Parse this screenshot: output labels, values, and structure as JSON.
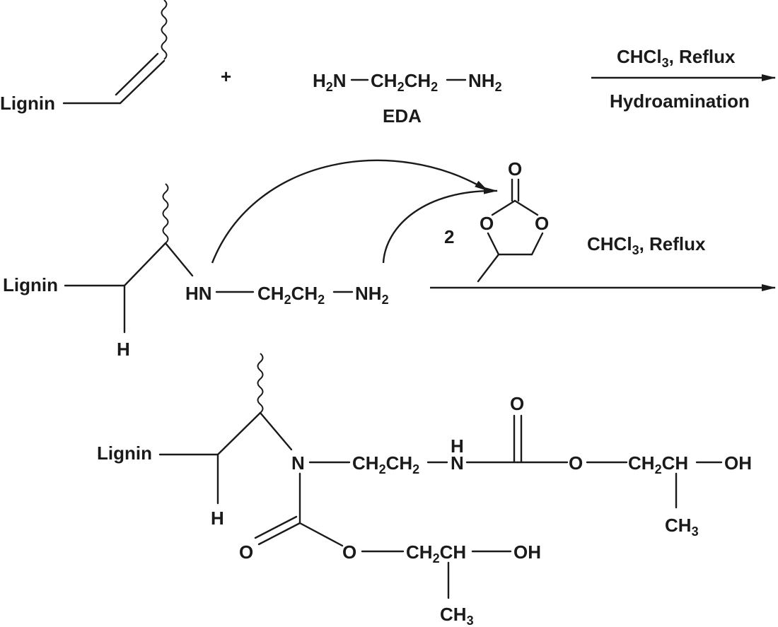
{
  "step1": {
    "lignin": "Lignin",
    "plus": "+",
    "eda_h2n": "H",
    "eda_h2n_sub": "2",
    "eda_n1": "N",
    "eda_ch2ch2_a": "CH",
    "eda_sub_a": "2",
    "eda_ch2ch2_b": "CH",
    "eda_sub_b": "2",
    "eda_nh2": "NH",
    "eda_nh2_sub": "2",
    "eda_label": "EDA",
    "cond_top_a": "CHCl",
    "cond_top_sub": "3",
    "cond_top_b": ", Reflux",
    "cond_bottom": "Hydroamination"
  },
  "step2": {
    "lignin": "Lignin",
    "h": "H",
    "hn": "HN",
    "ch2a": "CH",
    "ch2a_sub": "2",
    "ch2b": "CH",
    "ch2b_sub": "2",
    "nh2": "NH",
    "nh2_sub": "2",
    "reagent_count": "2",
    "carbonate_o_top": "O",
    "carbonate_o_left": "O",
    "carbonate_o_right": "O",
    "cond_a": "CHCl",
    "cond_sub": "3",
    "cond_b": ", Reflux"
  },
  "product": {
    "lignin": "Lignin",
    "h": "H",
    "n": "N",
    "ch2a": "CH",
    "ch2a_sub": "2",
    "ch2b": "CH",
    "ch2b_sub": "2",
    "nh_h": "H",
    "nh_n": "N",
    "carbonyl_o_top": "O",
    "ester_o_right": "O",
    "ch2_right": "CH",
    "ch2_right_sub": "2",
    "ch_right": "CH",
    "oh_right": "OH",
    "ch3_right": "CH",
    "ch3_right_sub": "3",
    "carbonyl_o_left": "O",
    "ester_o_bottom": "O",
    "ch2_bottom": "CH",
    "ch2_bottom_sub": "2",
    "ch_bottom": "CH",
    "oh_bottom": "OH",
    "ch3_bottom": "CH",
    "ch3_bottom_sub": "3"
  }
}
